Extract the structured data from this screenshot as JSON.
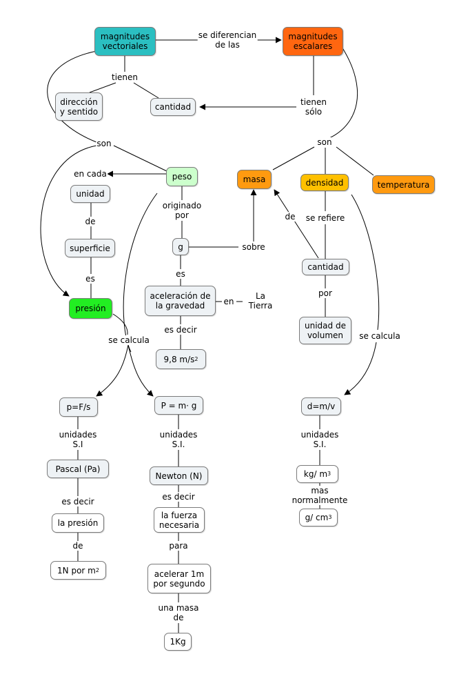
{
  "nodes": {
    "magnitudes_vectoriales": "magnitudes\nvectoriales",
    "magnitudes_escalares": "magnitudes\nescalares",
    "direccion": "dirección\ny sentido",
    "cantidad_vec": "cantidad",
    "peso": "peso",
    "masa": "masa",
    "densidad": "densidad",
    "temperatura": "temperatura",
    "unidad": "unidad",
    "superficie": "superficie",
    "presion": "presión",
    "g": "g",
    "aceleracion": "aceleración de\nla gravedad",
    "valor_g": "9,8 m/s",
    "cantidad_dens": "cantidad",
    "unidad_volumen": "unidad de\nvolumen",
    "formula_presion": "p=F/s",
    "formula_peso": "P = m· g",
    "formula_densidad": "d=m/v",
    "pascal": "Pascal (Pa)",
    "newton": "Newton (N)",
    "kgm3": "kg/ m",
    "gcm3": "g/ cm",
    "la_presion": "la presión",
    "fuerza": "la fuerza\nnecesaria",
    "un_n": "1N por m",
    "acelerar": "acelerar 1m\npor segundo",
    "un_kg": "1Kg",
    "sup2": "2",
    "sup3": "3"
  },
  "links": {
    "se_diferencian": "se diferencian\nde las",
    "tienen": "tienen",
    "tienen_solo": "tienen\nsólo",
    "son_vec": "son",
    "son_esc": "son",
    "en_cada": "en cada",
    "de": "de",
    "es": "es",
    "originado_por": "originado\npor",
    "sobre": "sobre",
    "es_g": "es",
    "en": "en",
    "la_tierra": "La\nTierra",
    "es_decir_g": "es decir",
    "de_dens": "de",
    "se_refiere": "se refiere",
    "por": "por",
    "se_calcula_pres": "se calcula",
    "se_calcula_dens": "se calcula",
    "unidades_si_p": "unidades\nS.I",
    "unidades_si_peso": "unidades\nS.I.",
    "unidades_si_d": "unidades\nS.I.",
    "es_decir_pa": "es decir",
    "es_decir_n": "es decir",
    "de_pres": "de",
    "para": "para",
    "una_masa_de": "una masa\nde",
    "mas_normalmente": "mas\nnormalmente"
  },
  "colors": {
    "line": "#000000",
    "teal": "#2bbfc1",
    "orange_dark": "#ff6610",
    "orange": "#ff9a10",
    "yellow": "#ffc000",
    "green": "#22ee22",
    "pale_green": "#ccffcc",
    "light": "#eef2f5"
  }
}
